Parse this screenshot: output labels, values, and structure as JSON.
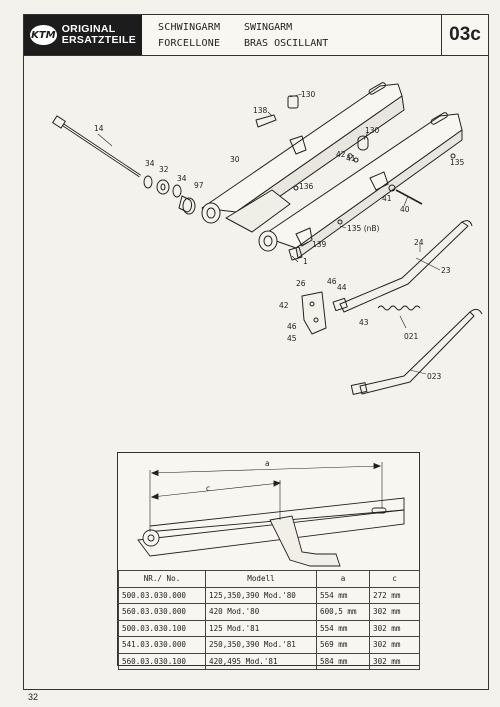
{
  "header": {
    "logo_line1": "ORIGINAL",
    "logo_line2": "ERSATZTEILE",
    "logo_mark": "KTM",
    "title_de": "SCHWINGARM",
    "title_en": "SWINGARM",
    "title_it": "FORCELLONE",
    "title_fr": "BRAS OSCILLANT",
    "page_code": "03c"
  },
  "callouts": {
    "c14": "14",
    "c34a": "34",
    "c32": "32",
    "c34b": "34",
    "c97": "97",
    "c30": "30",
    "c138": "138",
    "c130a": "130",
    "c130b": "130",
    "c42a": "42",
    "c41a": "41",
    "c135a": "135",
    "c136": "136",
    "c41b": "41",
    "c40": "40",
    "c135nb": "135 (nB)",
    "c139": "139",
    "c1": "1",
    "c24": "24",
    "c23": "23",
    "c26": "26",
    "c46a": "46",
    "c44": "44",
    "c42b": "42",
    "c46b": "46",
    "c45": "45",
    "c43": "43",
    "c021": "021",
    "c023": "023"
  },
  "detail": {
    "dim_a": "a",
    "dim_c": "c"
  },
  "table": {
    "headers": [
      "NR./ No.",
      "Modell",
      "a",
      "c"
    ],
    "rows": [
      [
        "500.03.030.000",
        "125,350,390 Mod.'80",
        "554 mm",
        "272 mm"
      ],
      [
        "560.03.030.000",
        "420 Mod.'80",
        "600,5 mm",
        "302 mm"
      ],
      [
        "500.03.030.100",
        "125 Mod.'81",
        "554 mm",
        "302 mm"
      ],
      [
        "541.03.030.000",
        "250,350,390 Mod.'81",
        "569 mm",
        "302 mm"
      ],
      [
        "560.03.030.100",
        "420,495 Mod.'81",
        "584 mm",
        "302 mm"
      ]
    ]
  },
  "footer": {
    "page_number": "32"
  }
}
